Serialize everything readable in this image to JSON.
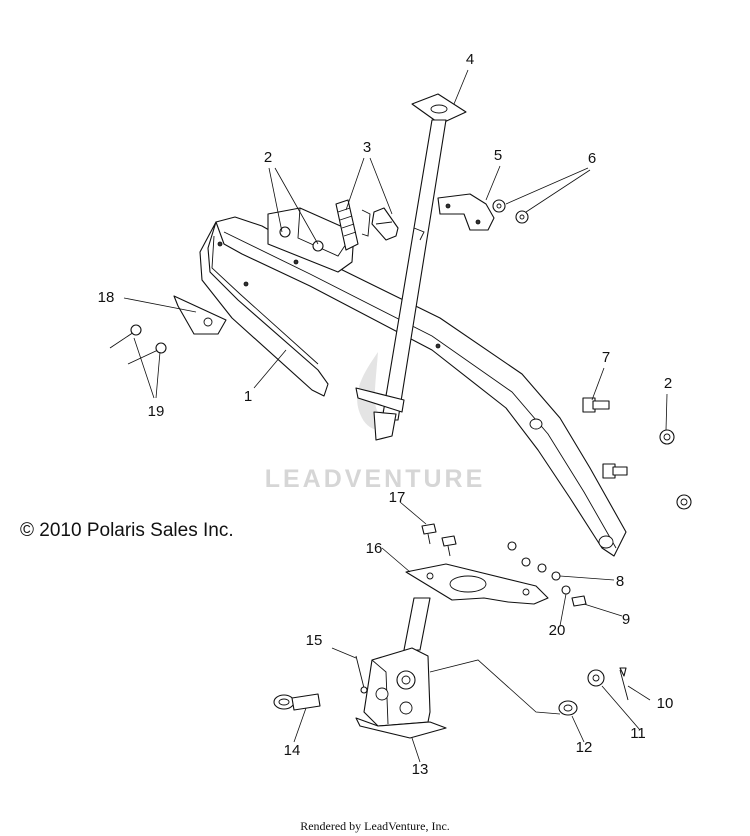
{
  "copyright": "© 2010 Polaris Sales Inc.",
  "watermark": "LEADVENTURE",
  "footer": "Rendered by LeadVenture, Inc.",
  "callouts": {
    "c1": "1",
    "c2a": "2",
    "c2b": "2",
    "c3": "3",
    "c4": "4",
    "c5": "5",
    "c6": "6",
    "c7": "7",
    "c8": "8",
    "c9": "9",
    "c10": "10",
    "c11": "11",
    "c12": "12",
    "c13": "13",
    "c14": "14",
    "c15": "15",
    "c16": "16",
    "c17": "17",
    "c18": "18",
    "c19": "19",
    "c20": "20"
  },
  "colors": {
    "line": "#111111",
    "watermark": "#d6d6d6",
    "background": "#ffffff"
  }
}
